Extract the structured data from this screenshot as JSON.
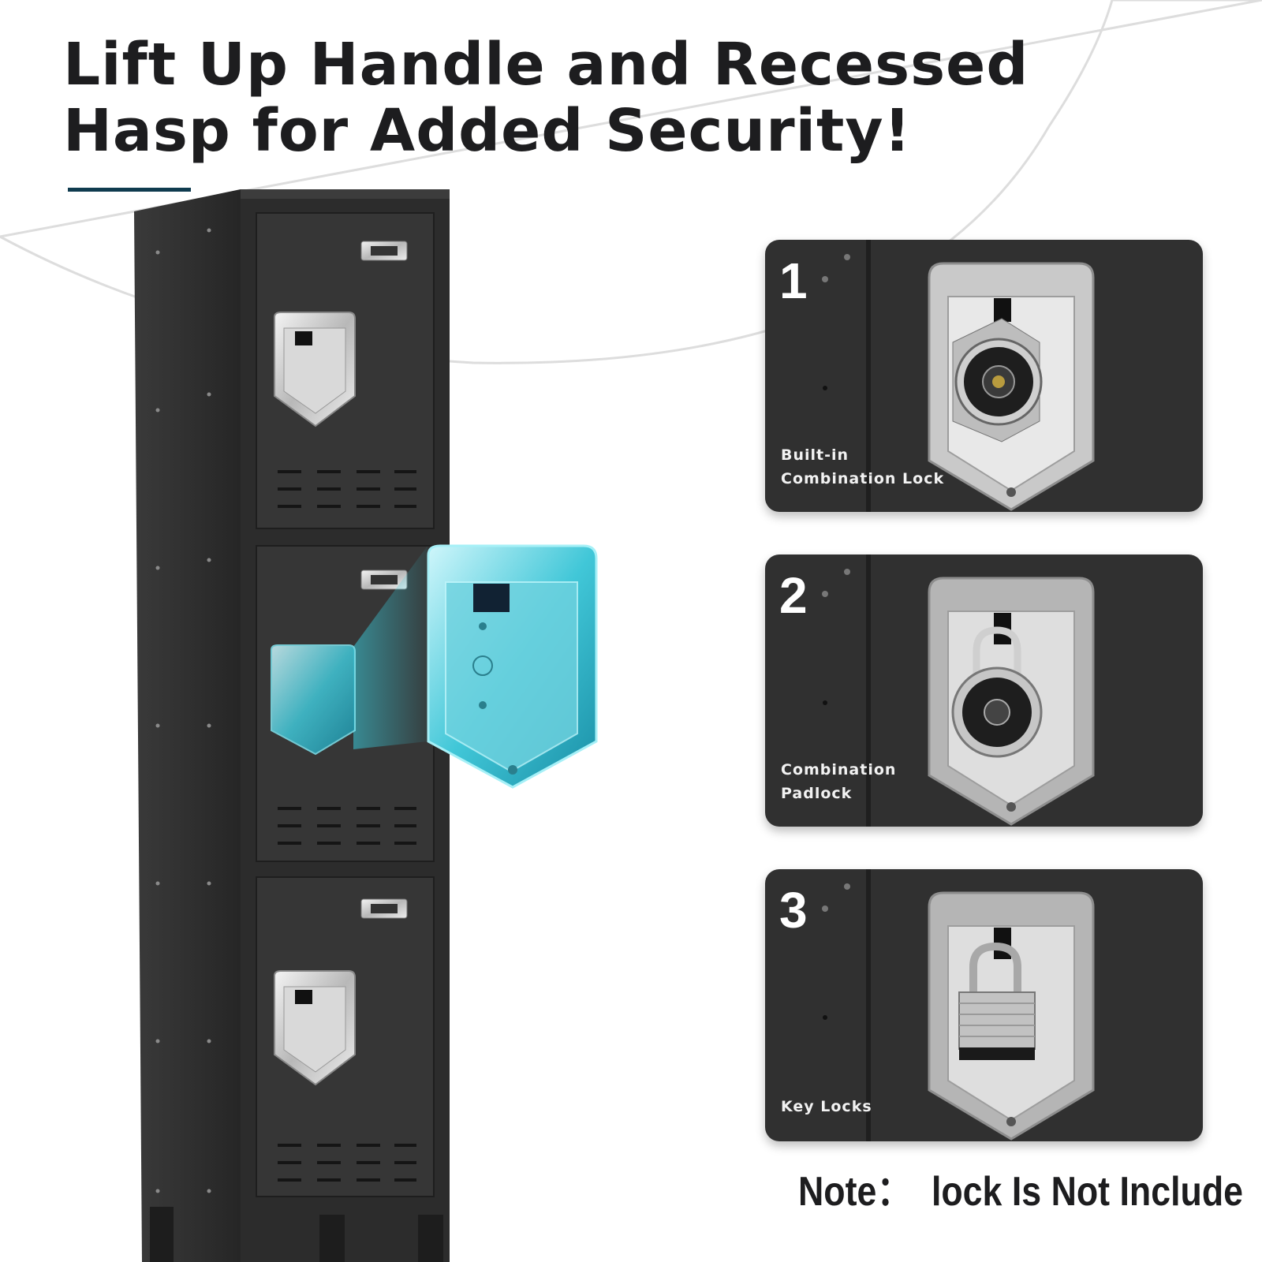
{
  "headline": {
    "line1": "Lift Up Handle and Recessed",
    "line2": "Hasp for Added Security!"
  },
  "cards": [
    {
      "number": "1",
      "label_line1": "Built-in",
      "label_line2": "Combination Lock",
      "lock_icon": "combination-dial-lock-icon"
    },
    {
      "number": "2",
      "label_line1": "Combination",
      "label_line2": "Padlock",
      "lock_icon": "combination-padlock-icon"
    },
    {
      "number": "3",
      "label_line1": "Key Locks",
      "label_line2": "",
      "lock_icon": "keyed-padlock-icon"
    }
  ],
  "note": "Note：  lock Is Not Include",
  "colors": {
    "background": "#ffffff",
    "locker_body": "#2e2e2e",
    "card_background": "#303030",
    "accent_underline": "#0f3b4f",
    "highlight_cyan": "#27c3d6"
  }
}
